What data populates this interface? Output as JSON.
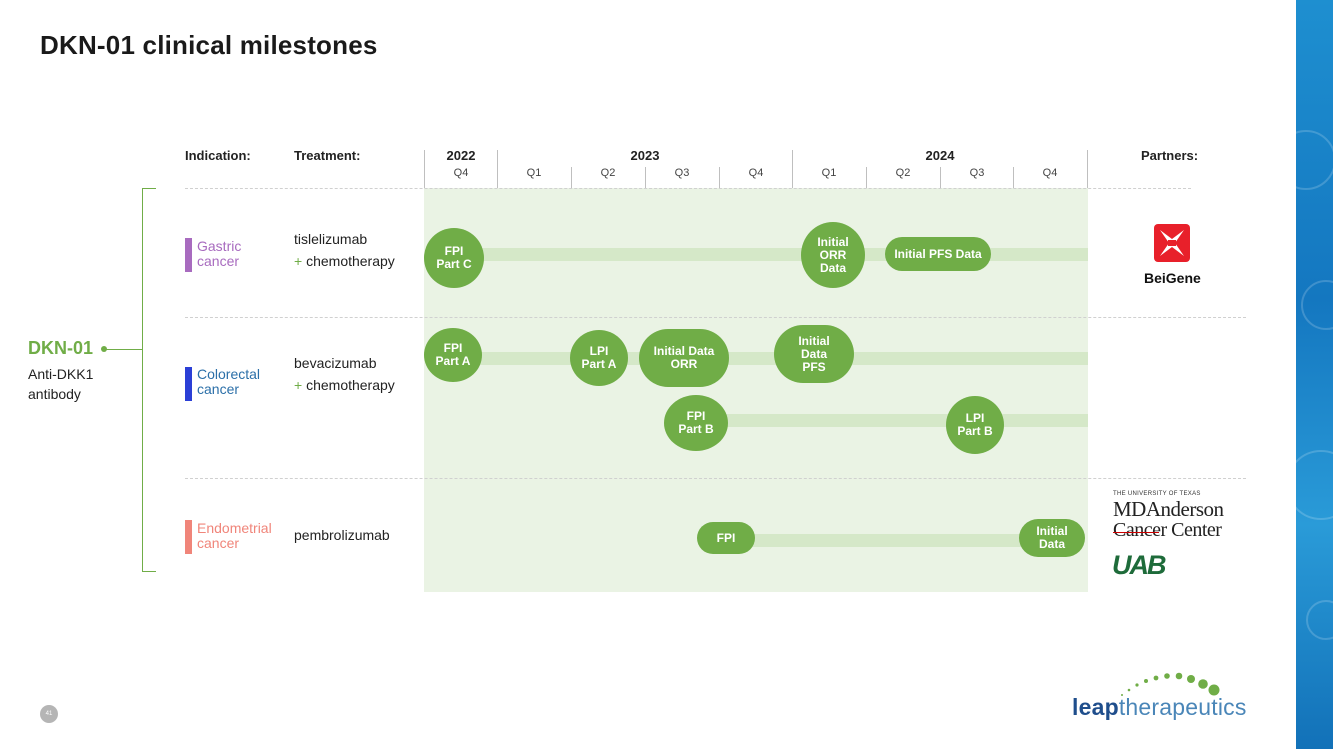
{
  "title": "DKN-01 clinical milestones",
  "headers": {
    "indication": "Indication:",
    "treatment": "Treatment:",
    "partners": "Partners:"
  },
  "years": [
    "2022",
    "2023",
    "2024"
  ],
  "quarters": [
    "Q4",
    "Q1",
    "Q2",
    "Q3",
    "Q4",
    "Q1",
    "Q2",
    "Q3",
    "Q4"
  ],
  "drug": {
    "name": "DKN-01",
    "desc_line1": "Anti-DKK1",
    "desc_line2": "antibody"
  },
  "rows": [
    {
      "indication_line1": "Gastric",
      "indication_line2": "cancer",
      "treatment_line1": "tislelizumab",
      "treatment_plus": "+",
      "treatment_line2": "chemotherapy",
      "color": "#a86bbf"
    },
    {
      "indication_line1": "Colorectal",
      "indication_line2": "cancer",
      "treatment_line1": "bevacizumab",
      "treatment_plus": "+",
      "treatment_line2": "chemotherapy",
      "color": "#2b3fd6"
    },
    {
      "indication_line1": "Endometrial",
      "indication_line2": "cancer",
      "treatment_line1": "pembrolizumab",
      "color": "#f0857a"
    }
  ],
  "milestones": {
    "gastric_fpi": "FPI\nPart C",
    "gastric_orr": "Initial\nORR\nData",
    "gastric_pfs": "Initial PFS Data",
    "crc_fpi_a": "FPI\nPart A",
    "crc_lpi_a": "LPI\nPart A",
    "crc_orr": "Initial Data\nORR",
    "crc_pfs": "Initial\nData\nPFS",
    "crc_fpi_b": "FPI\nPart B",
    "crc_lpi_b": "LPI\nPart B",
    "endo_fpi": "FPI",
    "endo_data": "Initial\nData"
  },
  "partners": {
    "beigene": "BeiGene",
    "mda_small": "THE UNIVERSITY OF TEXAS",
    "mda_line1": "MDAnderson",
    "mda_line2": "Cancer Center",
    "uab": "UAB"
  },
  "footer": {
    "page_number": "41",
    "logo_bold": "leap",
    "logo_light": "therapeutics"
  },
  "colors": {
    "accent_green": "#70ad47",
    "track_green": "#d5e8c8",
    "shade_green": "#eaf3e4",
    "gastric": "#a86bbf",
    "colorectal": "#2b3fd6",
    "endometrial": "#f0857a"
  }
}
